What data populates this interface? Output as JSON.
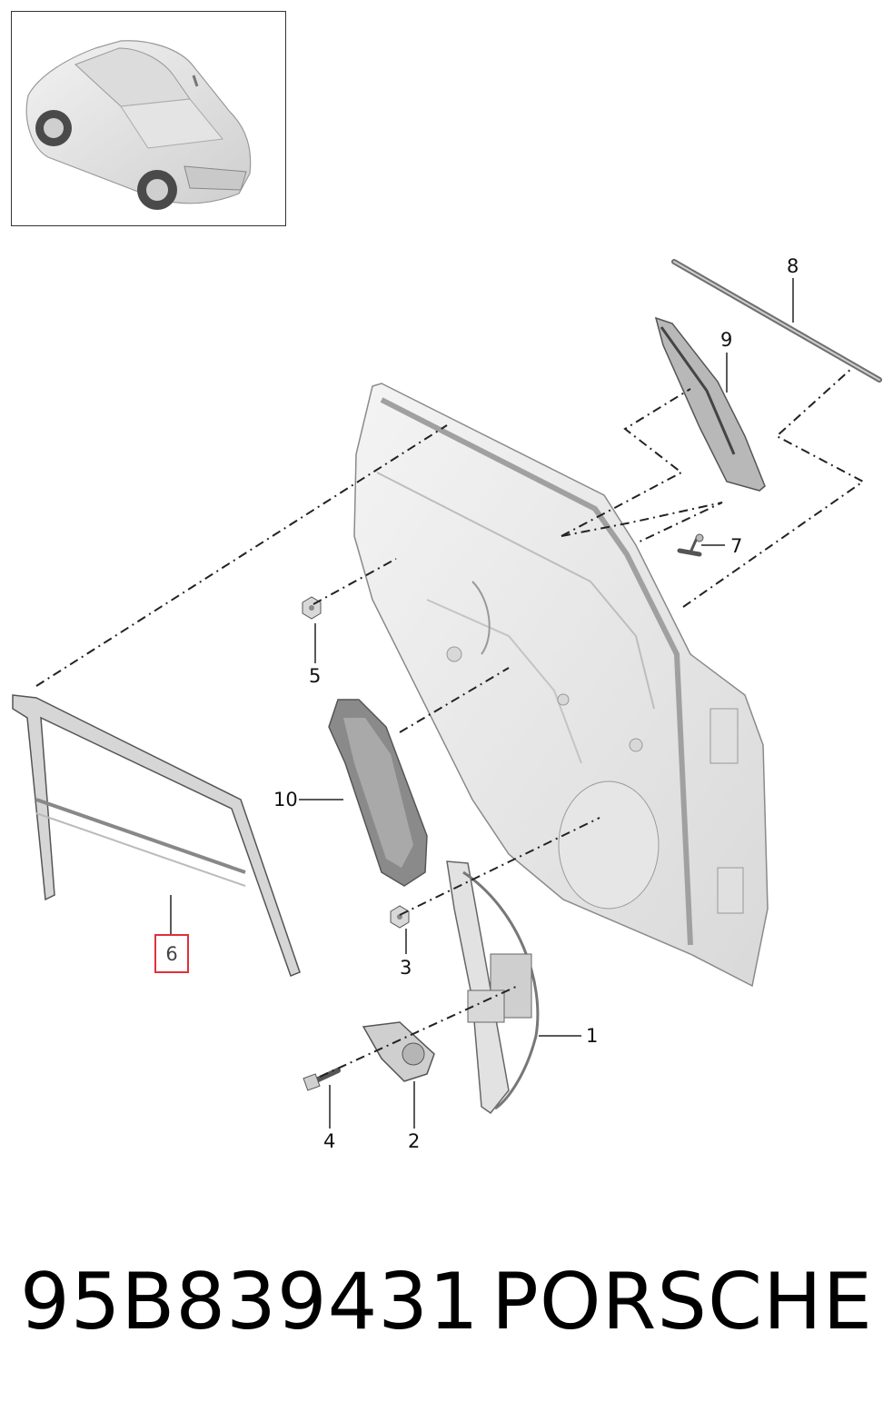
{
  "callouts": {
    "c1": "1",
    "c2": "2",
    "c3": "3",
    "c4": "4",
    "c5": "5",
    "c6": "6",
    "c7": "7",
    "c8": "8",
    "c9": "9",
    "c10": "10"
  },
  "footer": {
    "part_number": "95B839431",
    "brand": "PORSCHE"
  },
  "colors": {
    "highlight_box": "#e0303a",
    "part_fill": "#e9e9e9",
    "part_stroke": "#8a8a8a"
  }
}
